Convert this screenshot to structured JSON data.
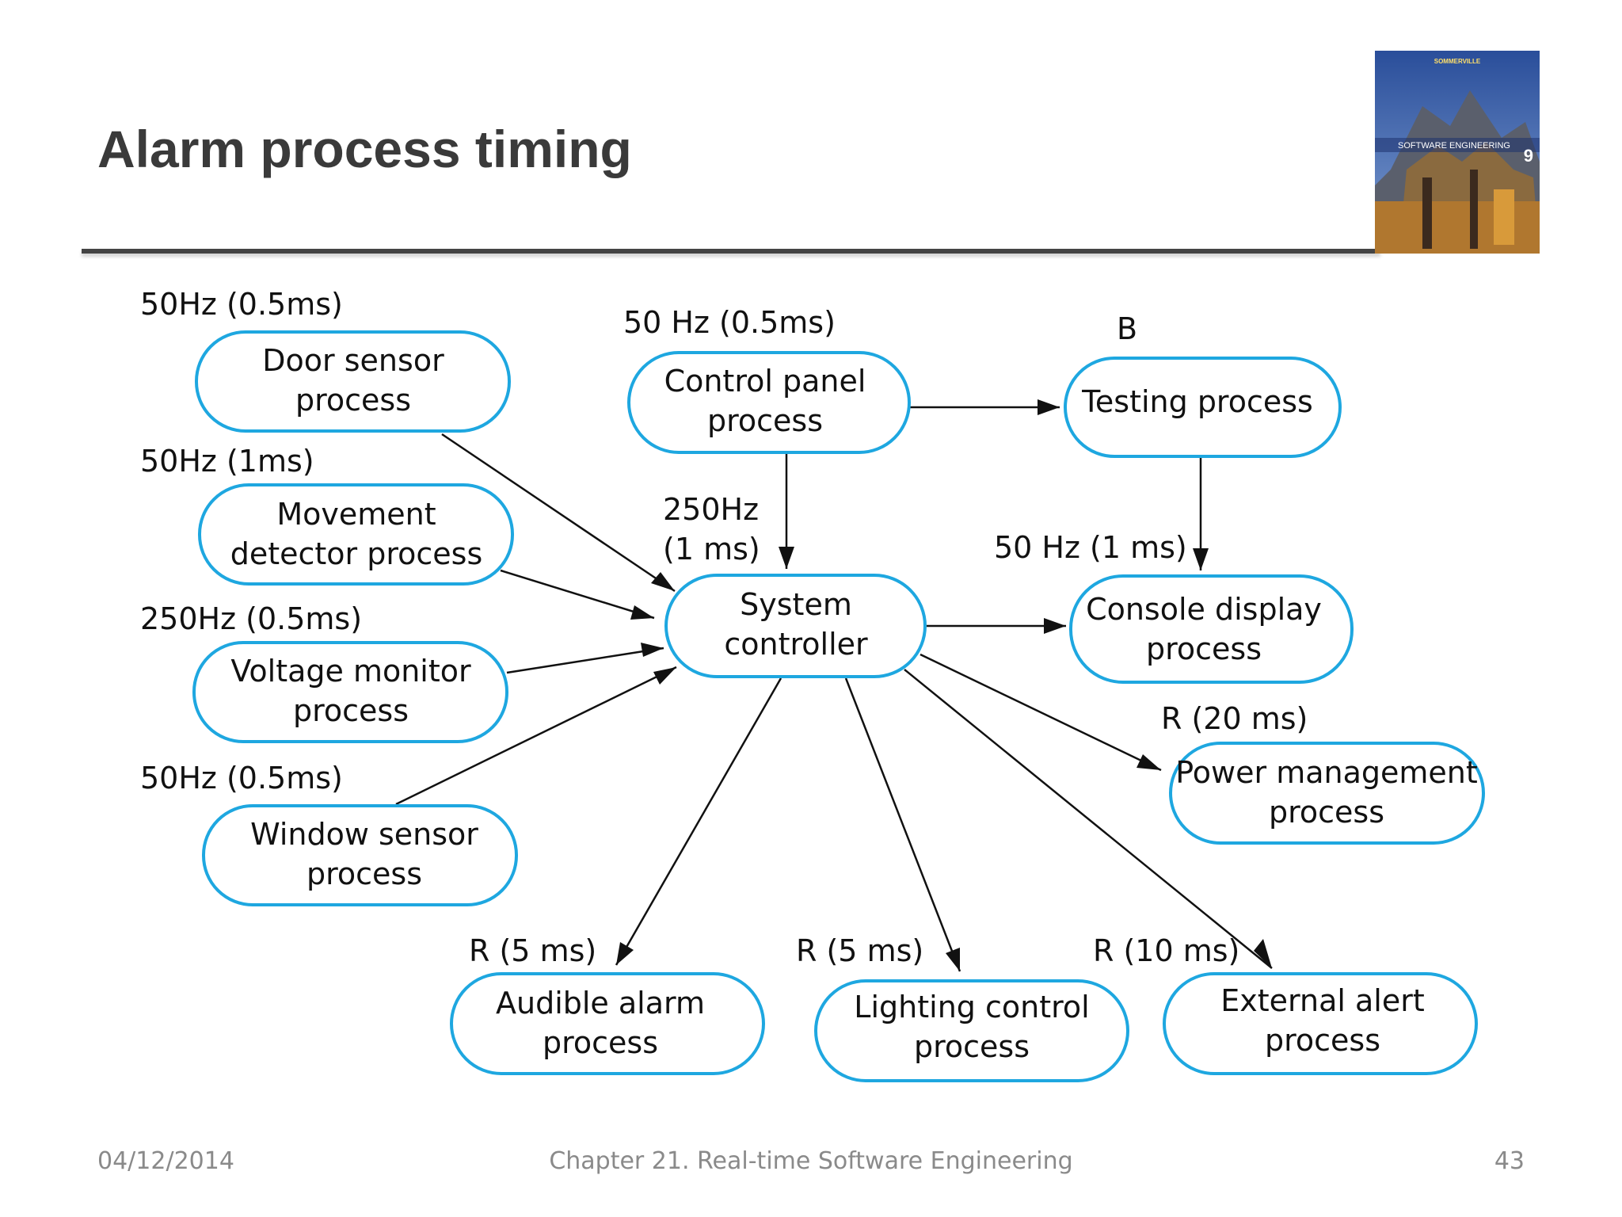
{
  "slide": {
    "title": "Alarm process timing"
  },
  "diagram": {
    "nodes": {
      "door_sensor": {
        "line1": "Door sensor",
        "line2": "process",
        "rate": "50Hz (0.5ms)"
      },
      "movement_detector": {
        "line1": "Movement",
        "line2": "detector process",
        "rate": "50Hz (1ms)"
      },
      "voltage_monitor": {
        "line1": "Voltage monitor",
        "line2": "process",
        "rate": "250Hz (0.5ms)"
      },
      "window_sensor": {
        "line1": "Window sensor",
        "line2": "process",
        "rate": "50Hz (0.5ms)"
      },
      "control_panel": {
        "line1": "Control panel",
        "line2": "process",
        "rate": "50 Hz (0.5ms)"
      },
      "testing": {
        "line1": "Testing process",
        "rate": "B"
      },
      "system_controller": {
        "line1": "System",
        "line2": "controller",
        "rate_line1": "250Hz",
        "rate_line2": "(1 ms)"
      },
      "console_display": {
        "line1": "Console display",
        "line2": "process",
        "rate": "50 Hz (1 ms)"
      },
      "power_management": {
        "line1": "Power management",
        "line2": "process",
        "rate": "R (20 ms)"
      },
      "audible_alarm": {
        "line1": "Audible alarm",
        "line2": "process",
        "rate": "R (5 ms)"
      },
      "lighting_control": {
        "line1": "Lighting control",
        "line2": "process",
        "rate": "R (5 ms)"
      },
      "external_alert": {
        "line1": "External alert",
        "line2": "process",
        "rate": "R (10 ms)"
      }
    },
    "edges": [
      {
        "from": "door_sensor",
        "to": "system_controller"
      },
      {
        "from": "movement_detector",
        "to": "system_controller"
      },
      {
        "from": "voltage_monitor",
        "to": "system_controller"
      },
      {
        "from": "window_sensor",
        "to": "system_controller"
      },
      {
        "from": "control_panel",
        "to": "system_controller"
      },
      {
        "from": "control_panel",
        "to": "testing"
      },
      {
        "from": "testing",
        "to": "console_display"
      },
      {
        "from": "system_controller",
        "to": "console_display"
      },
      {
        "from": "system_controller",
        "to": "power_management"
      },
      {
        "from": "system_controller",
        "to": "audible_alarm"
      },
      {
        "from": "system_controller",
        "to": "lighting_control"
      },
      {
        "from": "system_controller",
        "to": "external_alert"
      }
    ],
    "colors": {
      "node_border": "#1ea7e0",
      "edge": "#111111"
    }
  },
  "footer": {
    "date": "04/12/2014",
    "chapter": "Chapter 21. Real-time Software Engineering",
    "page": "43"
  },
  "book_cover": {
    "publisher": "SOMMERVILLE",
    "title": "SOFTWARE ENGINEERING",
    "edition": "9"
  }
}
